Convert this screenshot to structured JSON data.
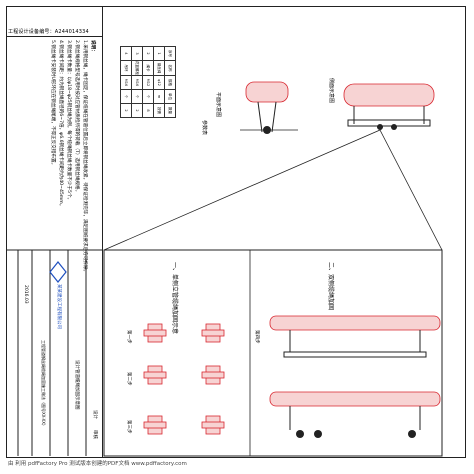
{
  "header": {
    "doc_id": "工程设计设备编号：A244014334"
  },
  "notes": {
    "title": "说明：",
    "lines": [
      "1.采用钢丝绳，绳卡固定，保证缆绳在管道位置后立即将钢丝绳收紧，待保证检测完毕，满足图纸要求后方可拆除。",
      "2.钢丝绳规格型号选用时按对应管材质检所得的荷载（T）选用钢丝绳规格。",
      "3.钢丝绳卡数量：以φ18~φ25钢丝绳为例，每个缆绳钢丝绳卡数量不少于5个。",
      "4.钢丝绳卡间距：约为钢丝绳直径的6~7倍，φ6.6钢丝绳卡间距约为40~45mm。",
      "5.钢丝绳卡安装时U形环应在钢丝绳尾端，不得正反交错布置。"
    ]
  },
  "param_table": {
    "title": "参数表",
    "rows": [
      [
        "序号",
        "名称",
        "规格",
        "单位",
        "数量"
      ],
      [
        "1",
        "钢丝绳",
        "φ12",
        "m",
        "按需"
      ],
      [
        "2",
        "绳卡",
        "M12",
        "个",
        "8"
      ],
      [
        "3",
        "花篮螺栓",
        "M16",
        "个",
        "2"
      ],
      [
        "4",
        "吊环",
        "M16",
        "个",
        "2"
      ]
    ]
  },
  "views": {
    "top_left_label": "平面示意图",
    "top_right_label": "侧面示意图",
    "section_a_label": "一、单侧立管缆绳加固示意",
    "section_b_label": "二、双侧缆绳加固",
    "step_labels": [
      "第一步",
      "第二步",
      "第三步",
      "第四步"
    ]
  },
  "title_block": {
    "company": "某某建设工程有限公司",
    "date": "2016.03",
    "drawing_title": "设计管道缆绳加固示意图",
    "project": "工程管道钢丝绳缆绳加固施工做法（图号XX-XX）",
    "drawn_by": "设计",
    "checked_by": "审核"
  },
  "watermark": "由 利用 pdfFactory Pro 测试版本创建的PDF文档 www.pdffactory.com",
  "colors": {
    "accent": "#d8262f",
    "fill": "#f7d3d3",
    "logo": "#1e4fbf"
  }
}
